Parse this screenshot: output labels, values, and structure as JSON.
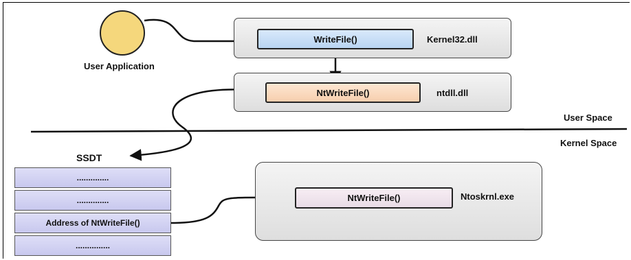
{
  "user_app": {
    "label": "User Application"
  },
  "user_mode": {
    "kernel32": {
      "function": "WriteFile()",
      "module": "Kernel32.dll"
    },
    "ntdll": {
      "function": "NtWriteFile()",
      "module": "ntdll.dll"
    }
  },
  "boundary": {
    "upper_label": "User Space",
    "lower_label": "Kernel Space"
  },
  "ssdt": {
    "title": "SSDT",
    "rows": [
      "..............",
      "..............",
      "Address of NtWriteFile()",
      "..............."
    ]
  },
  "kernel": {
    "function": "NtWriteFile()",
    "module": "Ntoskrnl.exe"
  },
  "colors": {
    "user_circle": "#f5d77c",
    "writefile_fill": "#c7ddf6",
    "ntwritefile_user_fill": "#fadbc0",
    "ntwritefile_kernel_fill": "#efe3ec",
    "ssdt_fill": "#d4d4f2"
  }
}
